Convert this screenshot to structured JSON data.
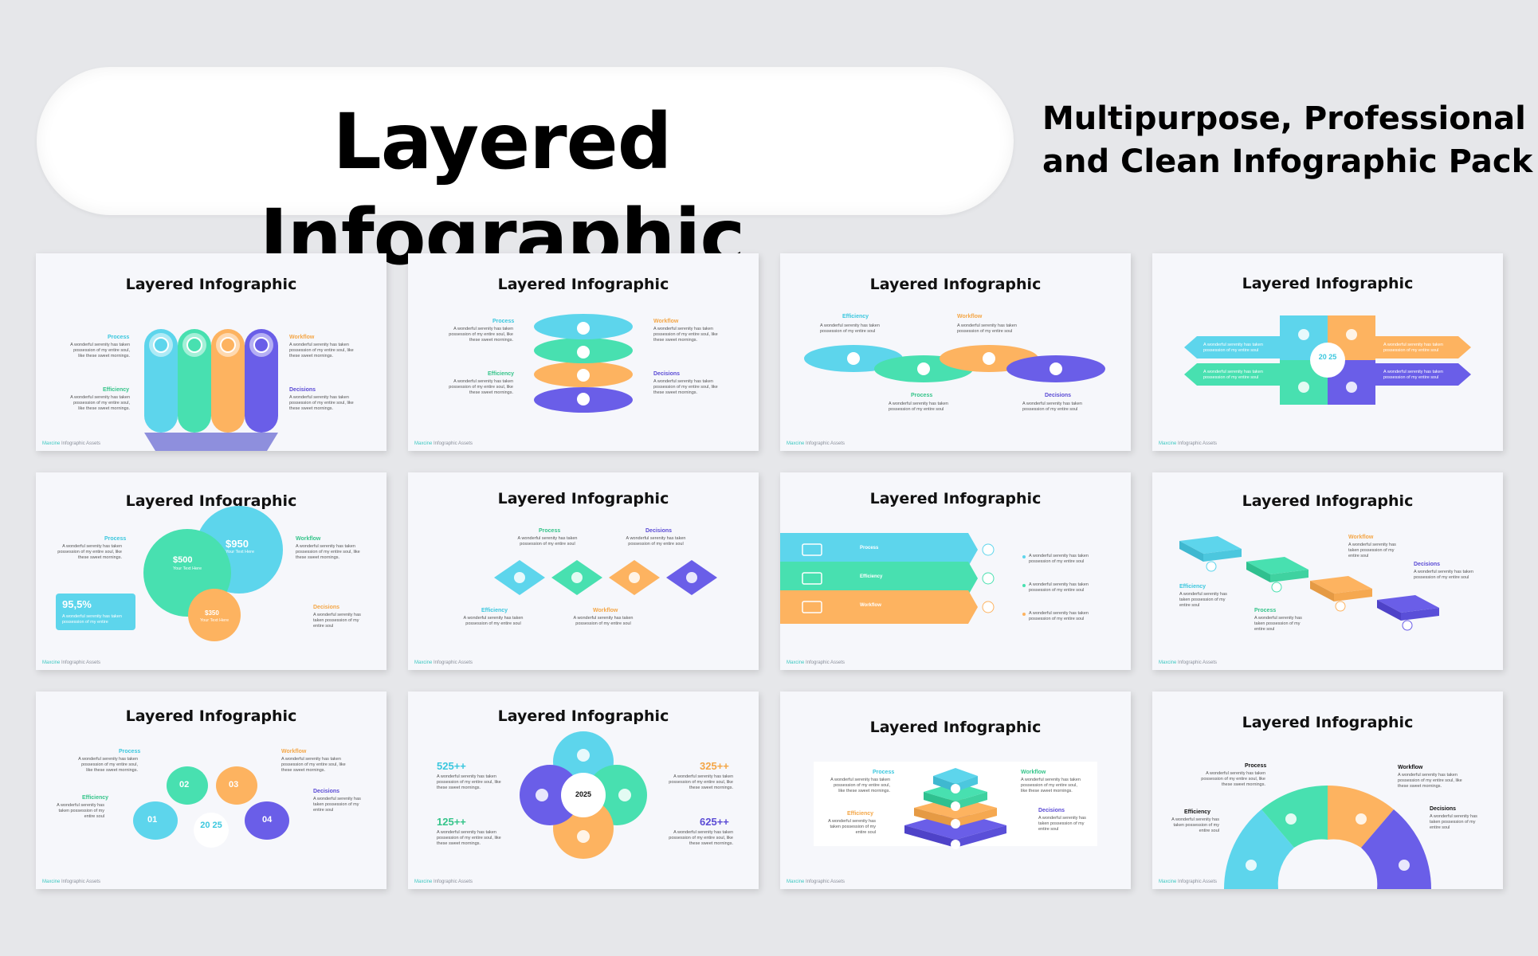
{
  "hero": {
    "title": "Layered Infographic",
    "subtitle_line1": "Multipurpose, Professional",
    "subtitle_line2": "and Clean Infographic Pack"
  },
  "colors": {
    "blue": "#5dd5ec",
    "green": "#48e0b0",
    "orange": "#fdb360",
    "purple": "#6a5ee8",
    "label_blue": "#3bc7de",
    "label_green": "#35c48a",
    "label_orange": "#f4a646",
    "label_purple": "#5b4bd5"
  },
  "slides": [
    {
      "title": "Layered Infographic",
      "footer_brand": "Maxcine",
      "footer_text": "Infographic Assets"
    },
    {
      "title": "Layered Infographic",
      "footer_brand": "Maxcine",
      "footer_text": "Infographic Assets"
    },
    {
      "title": "Layered Infographic",
      "footer_brand": "Maxcine",
      "footer_text": "Infographic Assets"
    },
    {
      "title": "Layered Infographic",
      "footer_brand": "Maxcine",
      "footer_text": "Infographic Assets"
    },
    {
      "title": "Layered Infographic",
      "footer_brand": "Maxcine",
      "footer_text": "Infographic Assets"
    },
    {
      "title": "Layered Infographic",
      "footer_brand": "Maxcine",
      "footer_text": "Infographic Assets"
    },
    {
      "title": "Layered Infographic",
      "footer_brand": "Maxcine",
      "footer_text": "Infographic Assets"
    },
    {
      "title": "Layered Infographic",
      "footer_brand": "Maxcine",
      "footer_text": "Infographic Assets"
    },
    {
      "title": "Layered Infographic",
      "footer_brand": "Maxcine",
      "footer_text": "Infographic Assets"
    },
    {
      "title": "Layered Infographic",
      "footer_brand": "Maxcine",
      "footer_text": "Infographic Assets"
    },
    {
      "title": "Layered Infographic",
      "footer_brand": "Maxcine",
      "footer_text": "Infographic Assets"
    },
    {
      "title": "Layered Infographic",
      "footer_brand": "Maxcine",
      "footer_text": "Infographic Assets"
    }
  ],
  "labels": {
    "process": "Process",
    "workflow": "Workflow",
    "efficiency": "Efficiency",
    "decisions": "Decisions",
    "body_short": "A wonderful serenity has taken possession of my entire soul",
    "body_long": "A wonderful serenity has taken possession of my entire soul, like these sweet mornings."
  },
  "slide4": {
    "year": "20 25"
  },
  "slide5": {
    "percent": "95,5%",
    "percent_text": "A wonderful serenity has taken possession of my entire",
    "v950": "$950",
    "v500": "$500",
    "v350": "$350",
    "your_text": "Your Text Here"
  },
  "slide9": {
    "p1": "01",
    "p2": "02",
    "p3": "03",
    "p4": "04",
    "year": "20 25"
  },
  "slide10": {
    "center": "2025",
    "s1": "525++",
    "s2": "325++",
    "s3": "125++",
    "s4": "625++"
  }
}
